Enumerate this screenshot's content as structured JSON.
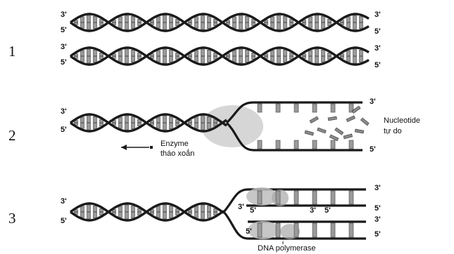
{
  "figure": {
    "steps": [
      "1",
      "2",
      "3"
    ],
    "end_labels": {
      "three_prime": "3'",
      "five_prime": "5'"
    },
    "annotations": {
      "enzyme_line1": "Enzyme",
      "enzyme_line2": "tháo xoắn",
      "nucleotide_line1": "Nucleotide",
      "nucleotide_line2": "tự do",
      "polymerase": "DNA polymerase"
    }
  }
}
